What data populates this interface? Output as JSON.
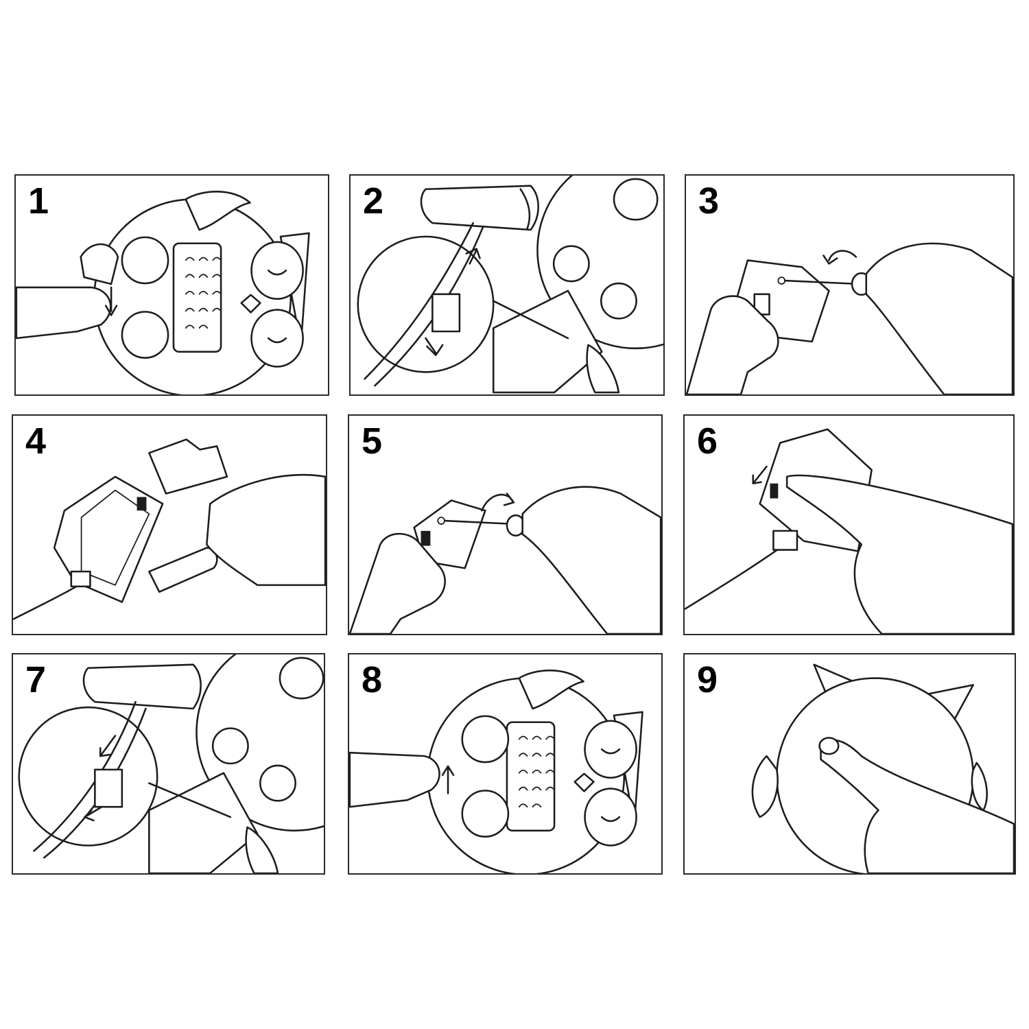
{
  "steps": [
    {
      "number": "1"
    },
    {
      "number": "2"
    },
    {
      "number": "3"
    },
    {
      "number": "4"
    },
    {
      "number": "5"
    },
    {
      "number": "6"
    },
    {
      "number": "7"
    },
    {
      "number": "8"
    },
    {
      "number": "9"
    }
  ],
  "colors": {
    "line": "#1d1d1d",
    "background": "#ffffff",
    "frame": "#2a2a2a"
  },
  "icons": [
    "owl-lamp-illustration",
    "hand-icon",
    "arrow-icon",
    "battery-box-icon",
    "battery-icon",
    "screwdriver-icon",
    "magnifier-circle-icon",
    "finger-press-icon"
  ]
}
